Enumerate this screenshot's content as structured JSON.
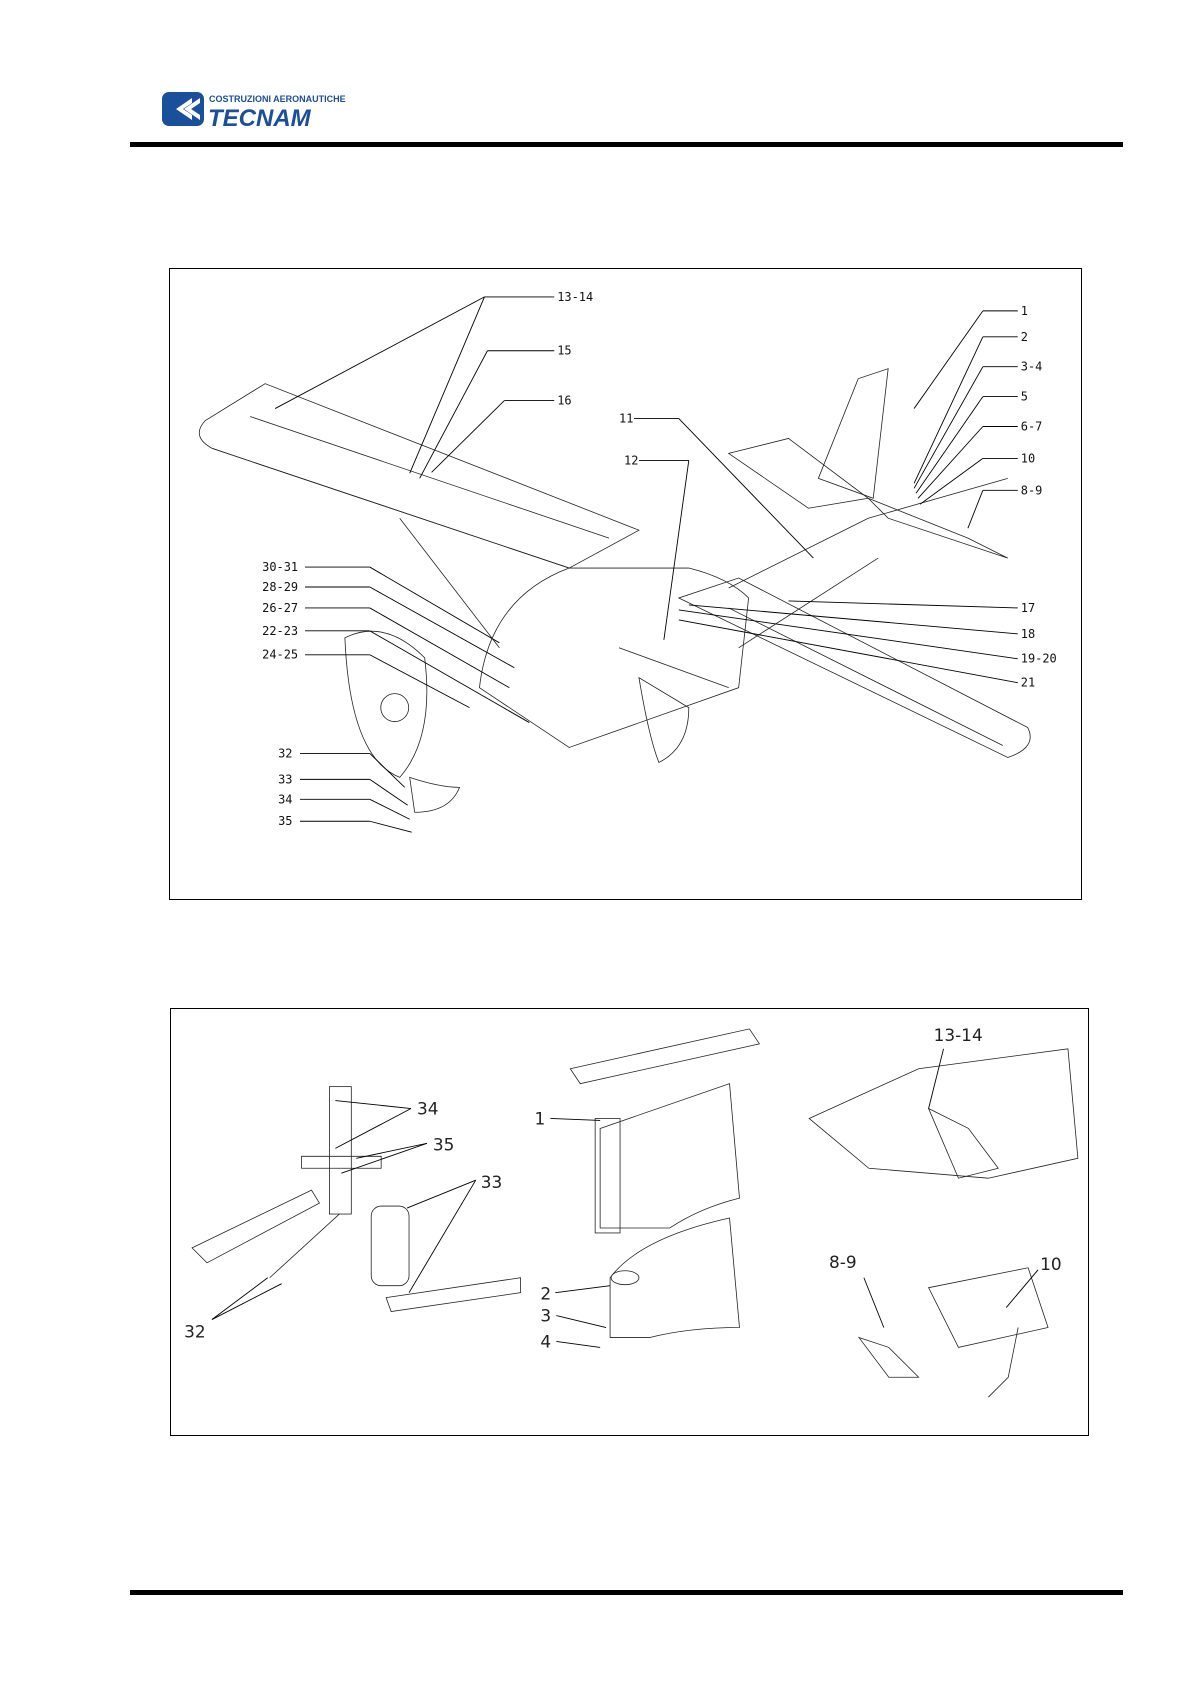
{
  "header": {
    "company_line1": "COSTRUZIONI AERONAUTICHE",
    "company_name": "TECNAM"
  },
  "figure1": {
    "callouts_right": [
      "1",
      "2",
      "3-4",
      "5",
      "6-7",
      "10",
      "8-9",
      "17",
      "18",
      "19-20",
      "21"
    ],
    "callouts_left": [
      "30-31",
      "28-29",
      "26-27",
      "22-23",
      "24-25",
      "32",
      "33",
      "34",
      "35"
    ],
    "callouts_top": [
      "13-14",
      "15",
      "16",
      "11",
      "12"
    ]
  },
  "figure2": {
    "callouts": [
      "34",
      "35",
      "33",
      "32",
      "1",
      "2",
      "3",
      "4",
      "13-14",
      "8-9",
      "10"
    ]
  }
}
